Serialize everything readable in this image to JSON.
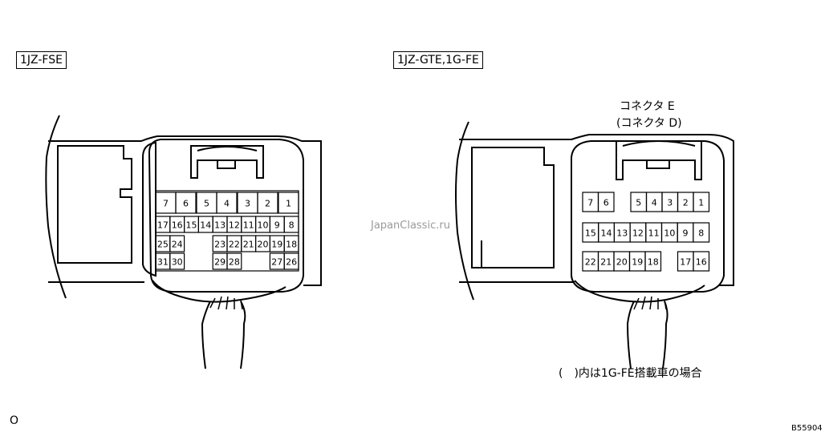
{
  "left": {
    "label": "1JZ-FSE",
    "pins": [
      "7",
      "6",
      "5",
      "4",
      "3",
      "2",
      "1",
      "17",
      "16",
      "15",
      "14",
      "13",
      "12",
      "11",
      "10",
      "9",
      "8",
      "25",
      "24",
      "23",
      "22",
      "21",
      "20",
      "19",
      "18",
      "31",
      "30",
      "29",
      "28",
      "27",
      "26"
    ]
  },
  "right": {
    "label": "1JZ-GTE,1G-FE",
    "connector_line1": "コネクタ E",
    "connector_line2": "(コネクタ D)",
    "note": "(　)内は1G-FE搭載車の場合",
    "pins": [
      "7",
      "6",
      "5",
      "4",
      "3",
      "2",
      "1",
      "15",
      "14",
      "13",
      "12",
      "11",
      "10",
      "9",
      "8",
      "22",
      "21",
      "20",
      "19",
      "18",
      "17",
      "16"
    ]
  },
  "watermark": "JapanClassic.ru",
  "corner_left": "O",
  "figure_id": "B55904"
}
